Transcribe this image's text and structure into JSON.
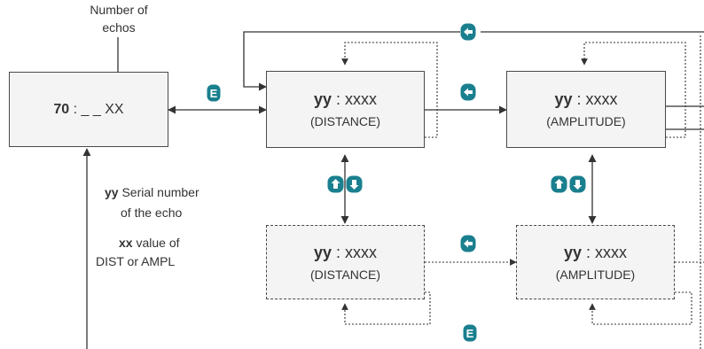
{
  "top_label": {
    "line1": "Number of",
    "line2": "echos"
  },
  "start_box": {
    "prefix": "70",
    "separator": " : ",
    "value": "_ _ XX"
  },
  "display_boxes": [
    {
      "id": "dist-main",
      "serial": "yy",
      "separator": " : ",
      "value": "xxxx",
      "caption": "(DISTANCE)"
    },
    {
      "id": "ampl-main",
      "serial": "yy",
      "separator": " : ",
      "value": "xxxx",
      "caption": "(AMPLITUDE)"
    },
    {
      "id": "dist-edit",
      "serial": "yy",
      "separator": " : ",
      "value": "xxxx",
      "caption": "(DISTANCE)"
    },
    {
      "id": "ampl-edit",
      "serial": "yy",
      "separator": " : ",
      "value": "xxxx",
      "caption": "(AMPLITUDE)"
    }
  ],
  "legend": {
    "yy_term": "yy",
    "yy_desc_1": "Serial number",
    "yy_desc_2": "of the echo",
    "xx_term": "xx",
    "xx_desc_1": "value of",
    "xx_desc_2": "DIST or AMPL"
  },
  "keys": {
    "enter_letter": "E",
    "color": "#1a7f8e"
  }
}
